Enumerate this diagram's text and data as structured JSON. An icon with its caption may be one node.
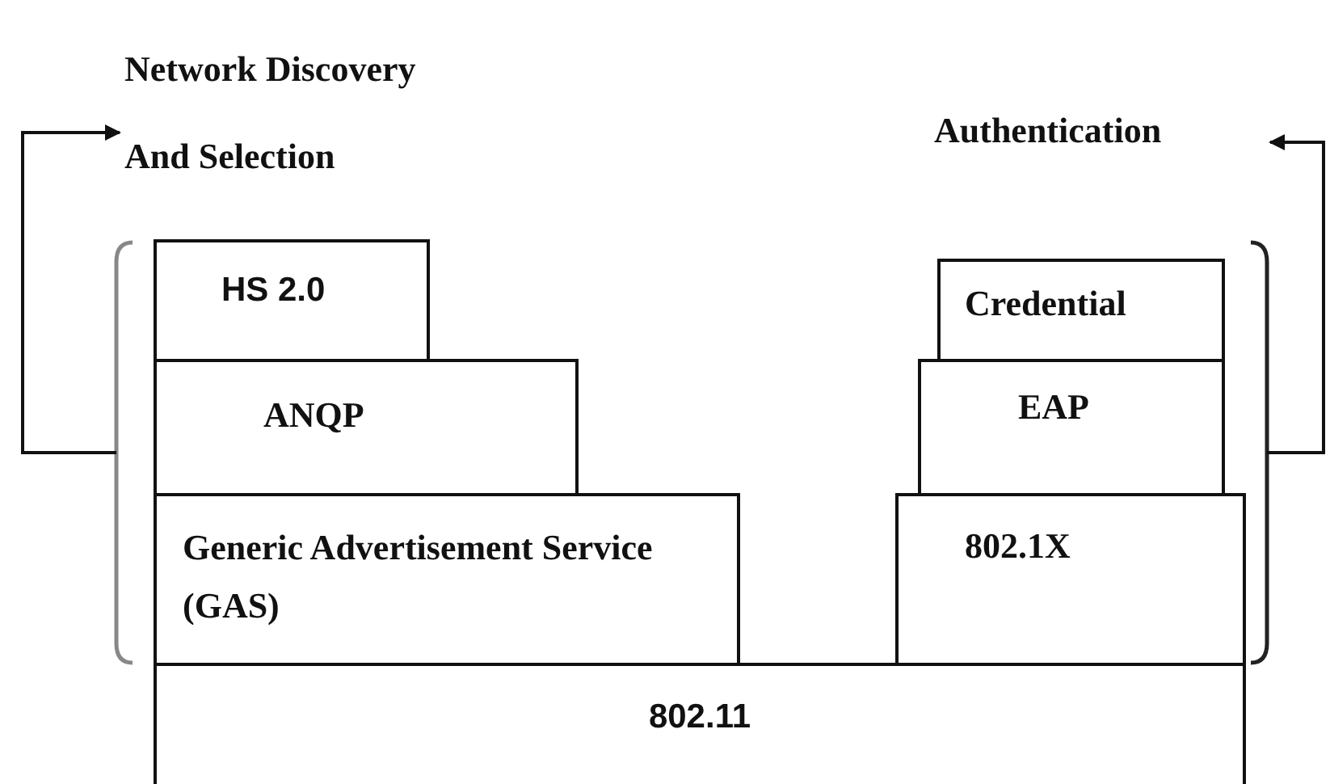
{
  "diagram": {
    "nodes": [
      {
        "text": [
          "Network Discovery And Selection"
        ]
      },
      {
        "text": [
          "Authentication"
        ]
      },
      {
        "text": [
          "HS 2.0"
        ]
      },
      {
        "text": [
          "ANQP"
        ]
      },
      {
        "text": [
          "Generic Advertisement Service (GAS)"
        ]
      },
      {
        "text": [
          "Credential"
        ]
      },
      {
        "text": [
          "EAP"
        ]
      },
      {
        "text": [
          "802.1X"
        ]
      },
      {
        "text": [
          "802.11"
        ]
      },
      {
        "text": [],
        "shape": "bracket"
      },
      {
        "text": [],
        "shape": "bracket"
      }
    ],
    "edges": [
      {
        "from": 9,
        "to": 0,
        "arrow": "to"
      },
      {
        "from": 10,
        "to": 1,
        "arrow": "to"
      }
    ]
  }
}
